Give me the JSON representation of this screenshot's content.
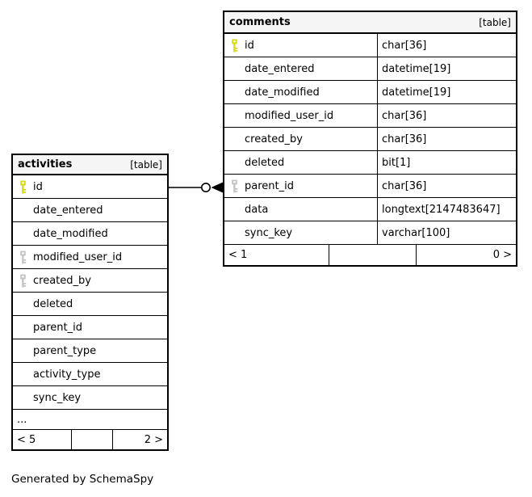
{
  "page": {
    "footer_note": "Generated by SchemaSpy"
  },
  "colors": {
    "primary_key": "#d8db14",
    "foreign_key": "#c4c4c4",
    "header_bg": "#f5f5f5",
    "border": "#000000"
  },
  "comments": {
    "title": "comments",
    "badge": "[table]",
    "columns": [
      {
        "name": "id",
        "type": "char[36]",
        "key": "primary",
        "icon": "primary-key-icon"
      },
      {
        "name": "date_entered",
        "type": "datetime[19]",
        "key": "none"
      },
      {
        "name": "date_modified",
        "type": "datetime[19]",
        "key": "none"
      },
      {
        "name": "modified_user_id",
        "type": "char[36]",
        "key": "none"
      },
      {
        "name": "created_by",
        "type": "char[36]",
        "key": "none"
      },
      {
        "name": "deleted",
        "type": "bit[1]",
        "key": "none"
      },
      {
        "name": "parent_id",
        "type": "char[36]",
        "key": "foreign",
        "icon": "foreign-key-icon"
      },
      {
        "name": "data",
        "type": "longtext[2147483647]",
        "key": "none"
      },
      {
        "name": "sync_key",
        "type": "varchar[100]",
        "key": "none"
      }
    ],
    "stats_left": "< 1",
    "stats_right": "0 >"
  },
  "activities": {
    "title": "activities",
    "badge": "[table]",
    "columns": [
      {
        "name": "id",
        "key": "primary",
        "icon": "primary-key-icon"
      },
      {
        "name": "date_entered",
        "key": "none"
      },
      {
        "name": "date_modified",
        "key": "none"
      },
      {
        "name": "modified_user_id",
        "key": "foreign",
        "icon": "foreign-key-icon"
      },
      {
        "name": "created_by",
        "key": "foreign",
        "icon": "foreign-key-icon"
      },
      {
        "name": "deleted",
        "key": "none"
      },
      {
        "name": "parent_id",
        "key": "none"
      },
      {
        "name": "parent_type",
        "key": "none"
      },
      {
        "name": "activity_type",
        "key": "none"
      },
      {
        "name": "sync_key",
        "key": "none"
      }
    ],
    "ellipsis": "...",
    "stats_left": "< 5",
    "stats_right": "2 >"
  },
  "relationship": {
    "from": "activities.id",
    "to": "comments.parent_id",
    "end_style": "circle-arrow"
  }
}
